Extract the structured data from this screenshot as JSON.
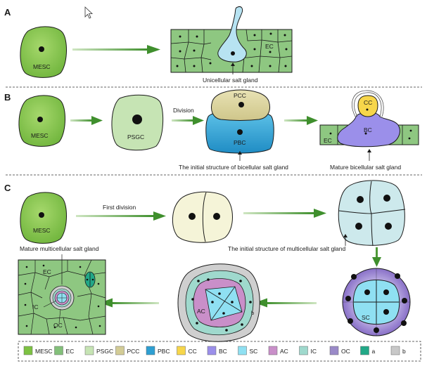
{
  "panels": {
    "A": {
      "letter": "A",
      "cell_label": "MESC",
      "ec_label": "EC",
      "caption": "Unicellular salt gland"
    },
    "B": {
      "letter": "B",
      "mesc_label": "MESC",
      "psgc_label": "PSGC",
      "division_label": "Division",
      "pcc_label": "PCC",
      "pbc_label": "PBC",
      "caption_initial": "The initial structure of bicellular salt gland",
      "cc_label": "CC",
      "bc_label": "BC",
      "ec_label": "EC",
      "caption_mature": "Mature bicellular salt gland"
    },
    "C": {
      "letter": "C",
      "mesc_label": "MESC",
      "first_division_label": "First division",
      "caption_initial": "The initial structure of multicellular salt gland",
      "sc_label": "SC",
      "ac_label": "AC",
      "b_label": "b",
      "mature_caption": "Mature multicellular salt gland",
      "ec_label": "EC",
      "ic_label": "IC",
      "oc_label": "OC"
    }
  },
  "legend": [
    {
      "label": "MESC",
      "color": "#7dc242"
    },
    {
      "label": "EC",
      "color": "#83c07a"
    },
    {
      "label": "PSGC",
      "color": "#c6e4b4"
    },
    {
      "label": "PCC",
      "color": "#d3cc96"
    },
    {
      "label": "PBC",
      "color": "#2e9fd2"
    },
    {
      "label": "CC",
      "color": "#f7d64a"
    },
    {
      "label": "BC",
      "color": "#9b8fea"
    },
    {
      "label": "SC",
      "color": "#8fe0f2"
    },
    {
      "label": "AC",
      "color": "#c98fc9"
    },
    {
      "label": "IC",
      "color": "#9fd9cd"
    },
    {
      "label": "OC",
      "color": "#9a8ac8"
    },
    {
      "label": "a",
      "color": "#22a887"
    },
    {
      "label": "b",
      "color": "#c8c8c8"
    }
  ],
  "colors": {
    "arrow": "#4f9a38",
    "line": "#1a1a1a"
  }
}
